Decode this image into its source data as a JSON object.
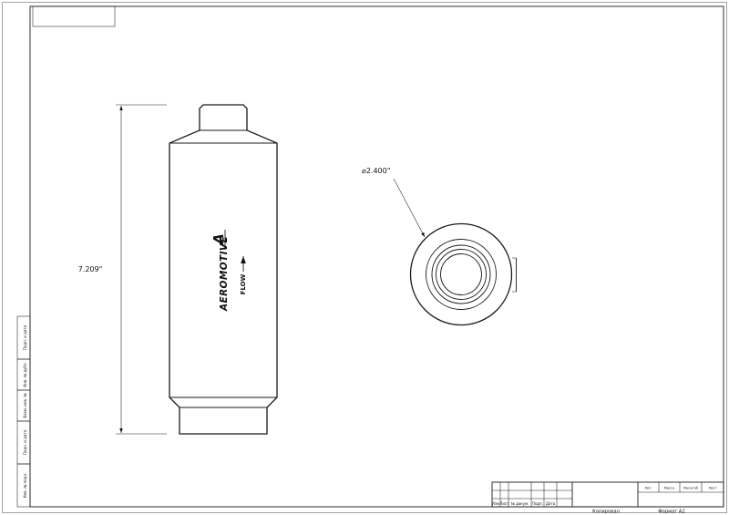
{
  "sheet": {
    "copied_label": "Копировал",
    "format_label": "Формат А2"
  },
  "title_block": {
    "columns": [
      "Изм.",
      "Лист",
      "№ докум.",
      "Подп.",
      "Дата"
    ],
    "lit_label": "Лит.",
    "mass_label": "Масса",
    "scale_label": "Масштаб",
    "sheet_label": "Лист"
  },
  "left_margin_labels": [
    "Подп. и дата",
    "Инв. № дубл.",
    "Взам. инв. №",
    "Подп. и дата",
    "Инв. № подл."
  ],
  "side_view": {
    "height_dimension": "7.209\""
  },
  "end_view": {
    "diameter_dimension": "⌀2.400\""
  },
  "logo": {
    "emblem": "A",
    "brand": "AEROMOTIVE",
    "flow_label": "FLOW"
  },
  "colors": {
    "line": "#1a1a1a",
    "paper": "#ffffff"
  }
}
